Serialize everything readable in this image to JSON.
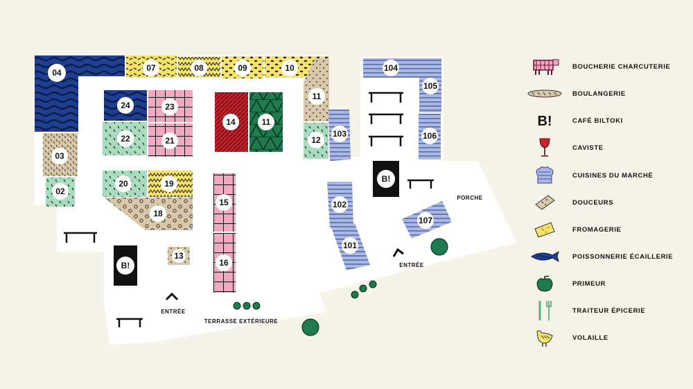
{
  "map": {
    "stalls": {
      "s04": "04",
      "s07": "07",
      "s08": "08",
      "s09": "09",
      "s10": "10",
      "s03": "03",
      "s02": "02",
      "s24": "24",
      "s23": "23",
      "s22": "22",
      "s21": "21",
      "s14": "14",
      "s11a": "11",
      "s11b": "11",
      "s12": "12",
      "s20": "20",
      "s19": "19",
      "s18": "18",
      "s15": "15",
      "s16": "16",
      "s13": "13",
      "s103": "103",
      "s104": "104",
      "s105": "105",
      "s106": "106",
      "s102": "102",
      "s101": "101",
      "s107": "107"
    },
    "areas": {
      "entree_left": "ENTRÉE",
      "entree_right": "ENTRÉE",
      "terrasse": "TERRASSE EXTÉRIEURE",
      "porche": "PORCHE"
    },
    "cafe_logo": "B!"
  },
  "legend": [
    {
      "label": "BOUCHERIE CHARCUTERIE",
      "icon": "cow-icon",
      "color": "#f4a7c3"
    },
    {
      "label": "BOULANGERIE",
      "icon": "bread-icon",
      "color": "#d8c7a8"
    },
    {
      "label": "CAFÉ BILTOKI",
      "icon": "cafe-logo-icon",
      "color": "#111111"
    },
    {
      "label": "CAVISTE",
      "icon": "wine-glass-icon",
      "color": "#c8232c"
    },
    {
      "label": "CUISINES DU MARCHÉ",
      "icon": "chef-hat-icon",
      "color": "#aab8e6"
    },
    {
      "label": "DOUCEURS",
      "icon": "chocolate-icon",
      "color": "#d8c7a8"
    },
    {
      "label": "FROMAGERIE",
      "icon": "cheese-icon",
      "color": "#f5e36a"
    },
    {
      "label": "POISSONNERIE ÉCAILLERIE",
      "icon": "fish-icon",
      "color": "#1e3f8f"
    },
    {
      "label": "PRIMEUR",
      "icon": "apple-icon",
      "color": "#1f7a4d"
    },
    {
      "label": "TRAITEUR ÉPICERIE",
      "icon": "cutlery-icon",
      "color": "#9fdcc0"
    },
    {
      "label": "VOLAILLE",
      "icon": "chicken-icon",
      "color": "#f5e36a"
    }
  ],
  "colors": {
    "background": "#f6f3e8",
    "floor": "#ffffff",
    "boucherie": "#f4a7c3",
    "fromagerie": "#f5e36a",
    "poissonnerie": "#1e3f8f",
    "cuisines": "#aab8e6",
    "traiteur": "#a8dcbe",
    "douceurs": "#d8c7a8",
    "caviste": "#c8232c",
    "primeur": "#1f7a4d"
  }
}
